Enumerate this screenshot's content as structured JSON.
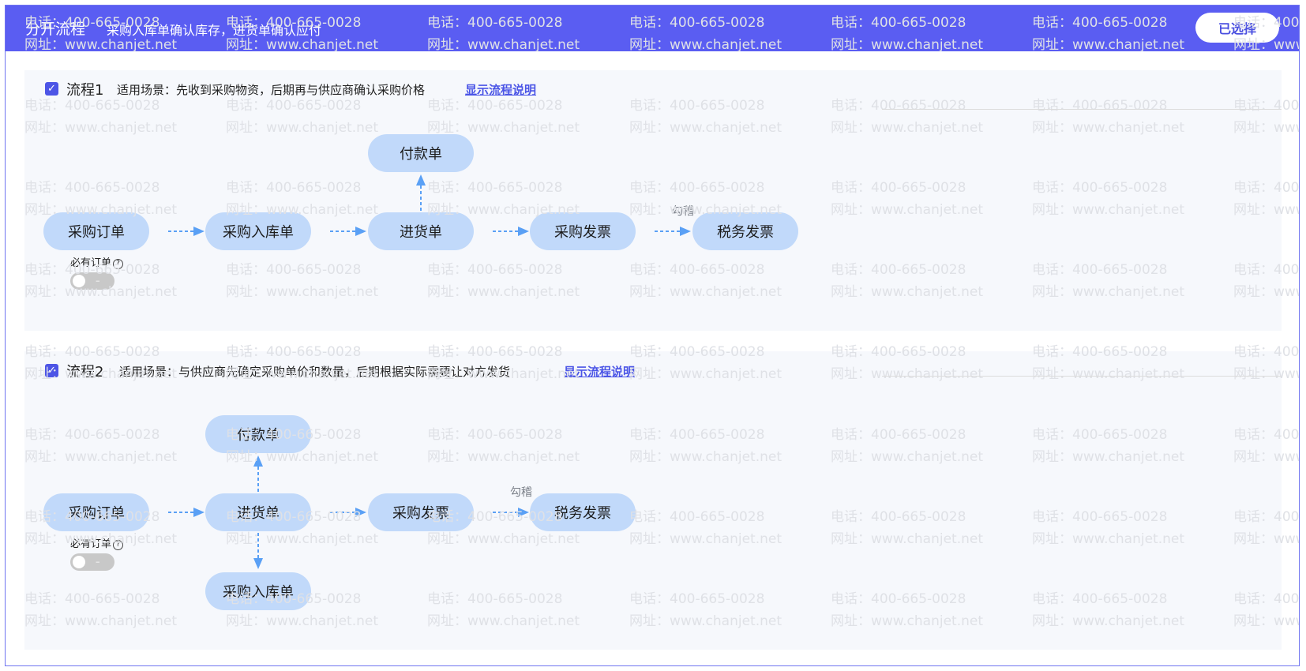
{
  "header": {
    "title": "分开流程",
    "subtitle": "采购入库单确认库存，进货单确认应付",
    "selected_label": "已选择"
  },
  "flow1": {
    "name": "流程1",
    "scene": "适用场景：先收到采购物资，后期再与供应商确认采购价格",
    "link": "显示流程说明",
    "checked": true,
    "nodes": {
      "purchase_order": "采购订单",
      "warehouse_receipt": "采购入库单",
      "goods_receipt": "进货单",
      "purchase_invoice": "采购发票",
      "tax_invoice": "税务发票",
      "payment": "付款单"
    },
    "gouji": "勾稽",
    "required_order": "必有订单",
    "required_toggle_on": false
  },
  "flow2": {
    "name": "流程2",
    "scene": "适用场景：与供应商先确定采购单价和数量，后期根据实际需要让对方发货",
    "link": "显示流程说明",
    "checked": true,
    "nodes": {
      "purchase_order": "采购订单",
      "goods_receipt": "进货单",
      "purchase_invoice": "采购发票",
      "tax_invoice": "税务发票",
      "payment": "付款单",
      "warehouse_receipt": "采购入库单"
    },
    "gouji": "勾稽",
    "required_order": "必有订单",
    "required_toggle_on": false
  },
  "watermark": {
    "phone": "电话：400-665-0028",
    "site": "网址：www.chanjet.net"
  },
  "icons": {
    "check": "check-icon",
    "help": "question-circle-icon",
    "arrow": "dashed-arrow-icon"
  },
  "colors": {
    "header_bg": "#5a5df2",
    "node_bg": "#c1d9fa",
    "link": "#4b55e6",
    "arrow": "#5aa0f5"
  }
}
